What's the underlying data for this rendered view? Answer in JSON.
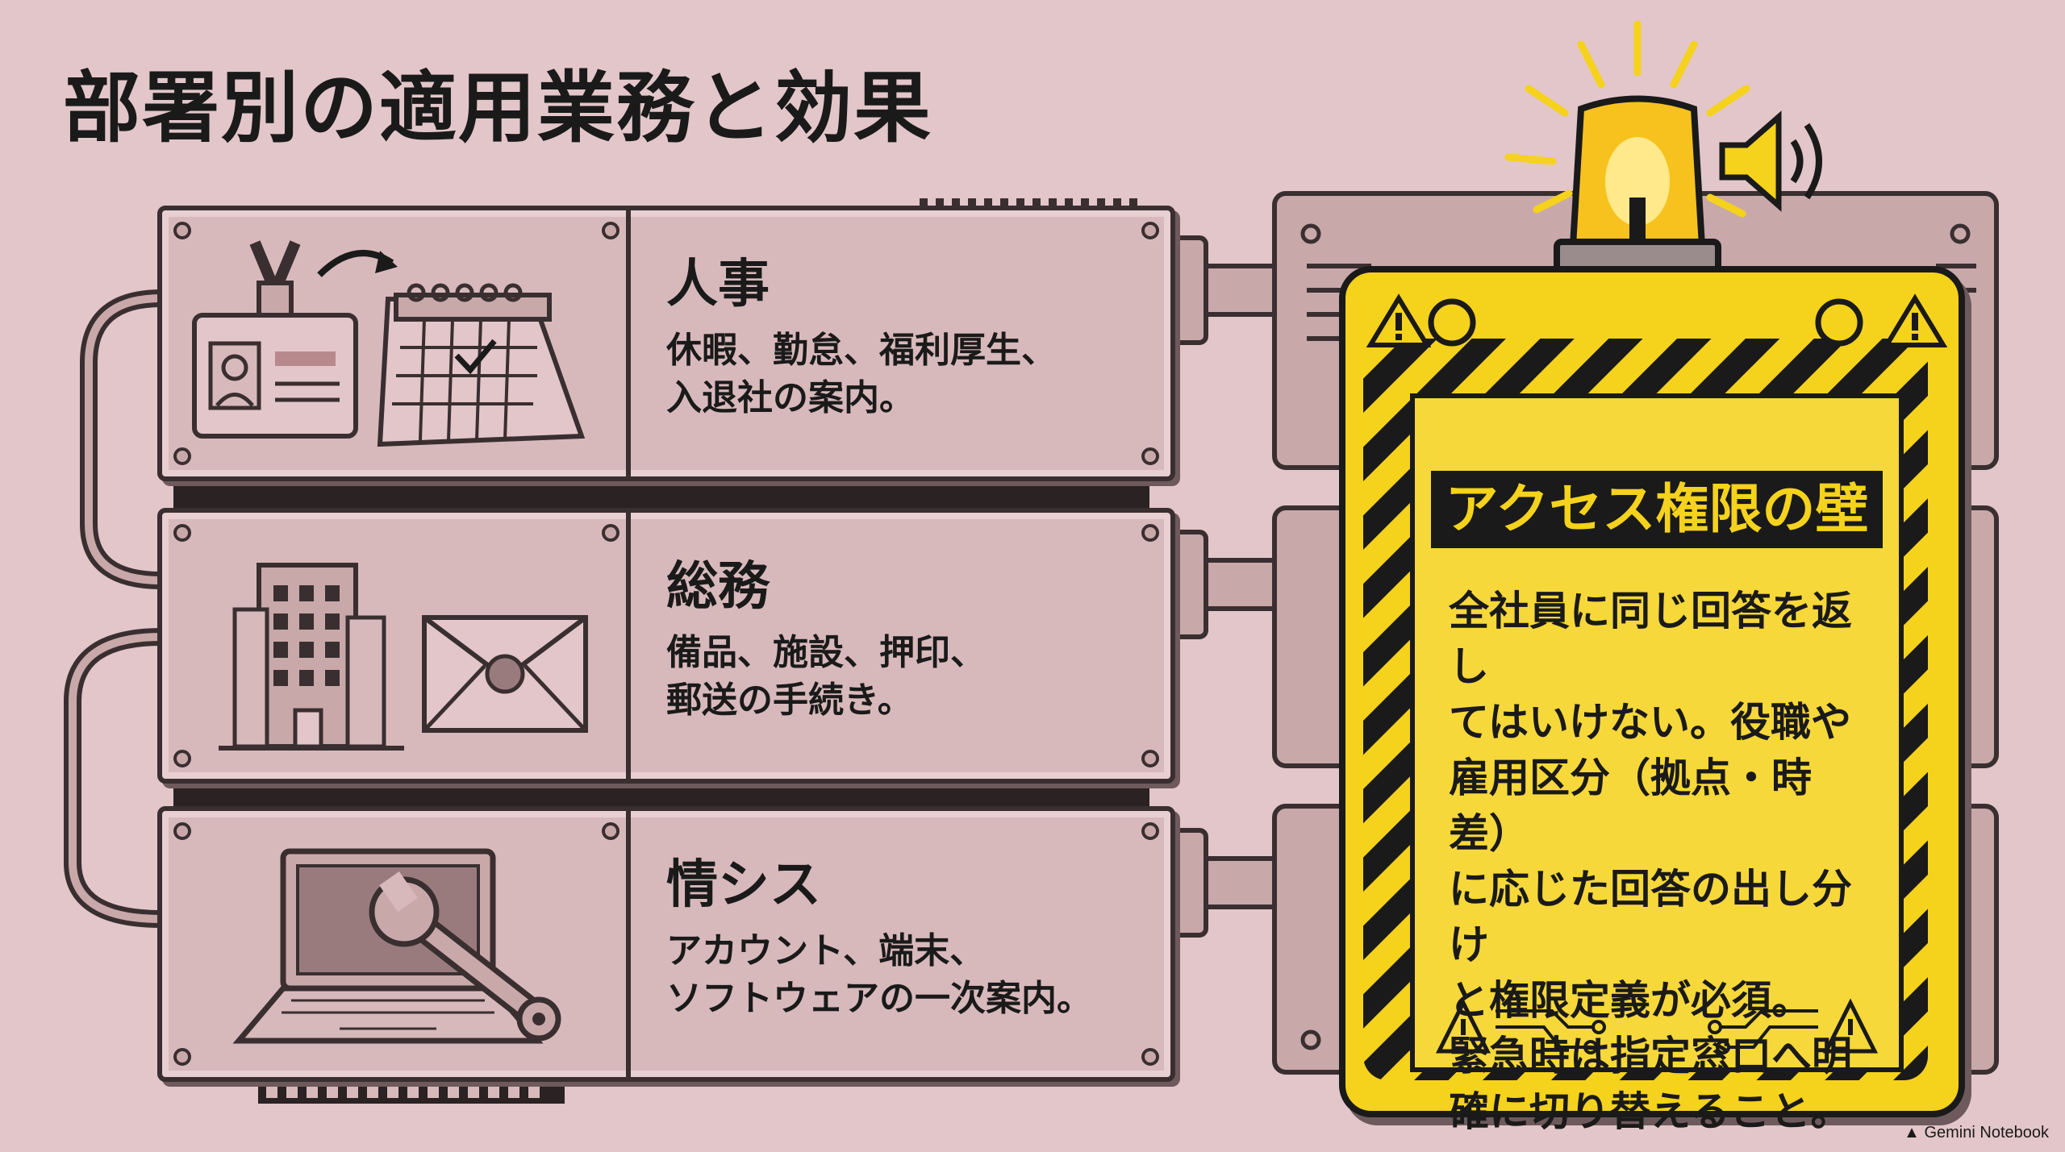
{
  "title": "部署別の適用業務と効果",
  "departments": [
    {
      "name": "人事",
      "lines": [
        "休暇、勤怠、福利厚生、",
        "入退社の案内。"
      ],
      "icons": [
        "id-badge-icon",
        "arrow-icon",
        "calendar-icon"
      ]
    },
    {
      "name": "総務",
      "lines": [
        "備品、施設、押印、",
        "郵送の手続き。"
      ],
      "icons": [
        "office-building-icon",
        "sealed-envelope-icon"
      ]
    },
    {
      "name": "情シス",
      "lines": [
        "アカウント、端末、",
        "ソフトウェアの一次案内。"
      ],
      "icons": [
        "laptop-icon",
        "wrench-icon"
      ]
    }
  ],
  "warning": {
    "title": "アクセス権限の壁",
    "body_lines": [
      "全社員に同じ回答を返し",
      "てはいけない。役職や",
      "雇用区分（拠点・時差）",
      "に応じた回答の出し分け",
      "と権限定義が必須。",
      "緊急時は指定窓口へ明",
      "確に切り替えること。"
    ],
    "icons": [
      "siren-light-icon",
      "speaker-icon",
      "warning-triangle-icon",
      "circuit-icon"
    ]
  },
  "brand": "Gemini Notebook",
  "colors": {
    "background": "#e3c6c9",
    "panel": "#d8b9bb",
    "outline": "#3a2f30",
    "warning_yellow": "#f5d21c",
    "stripe_black": "#1a1a1a"
  }
}
